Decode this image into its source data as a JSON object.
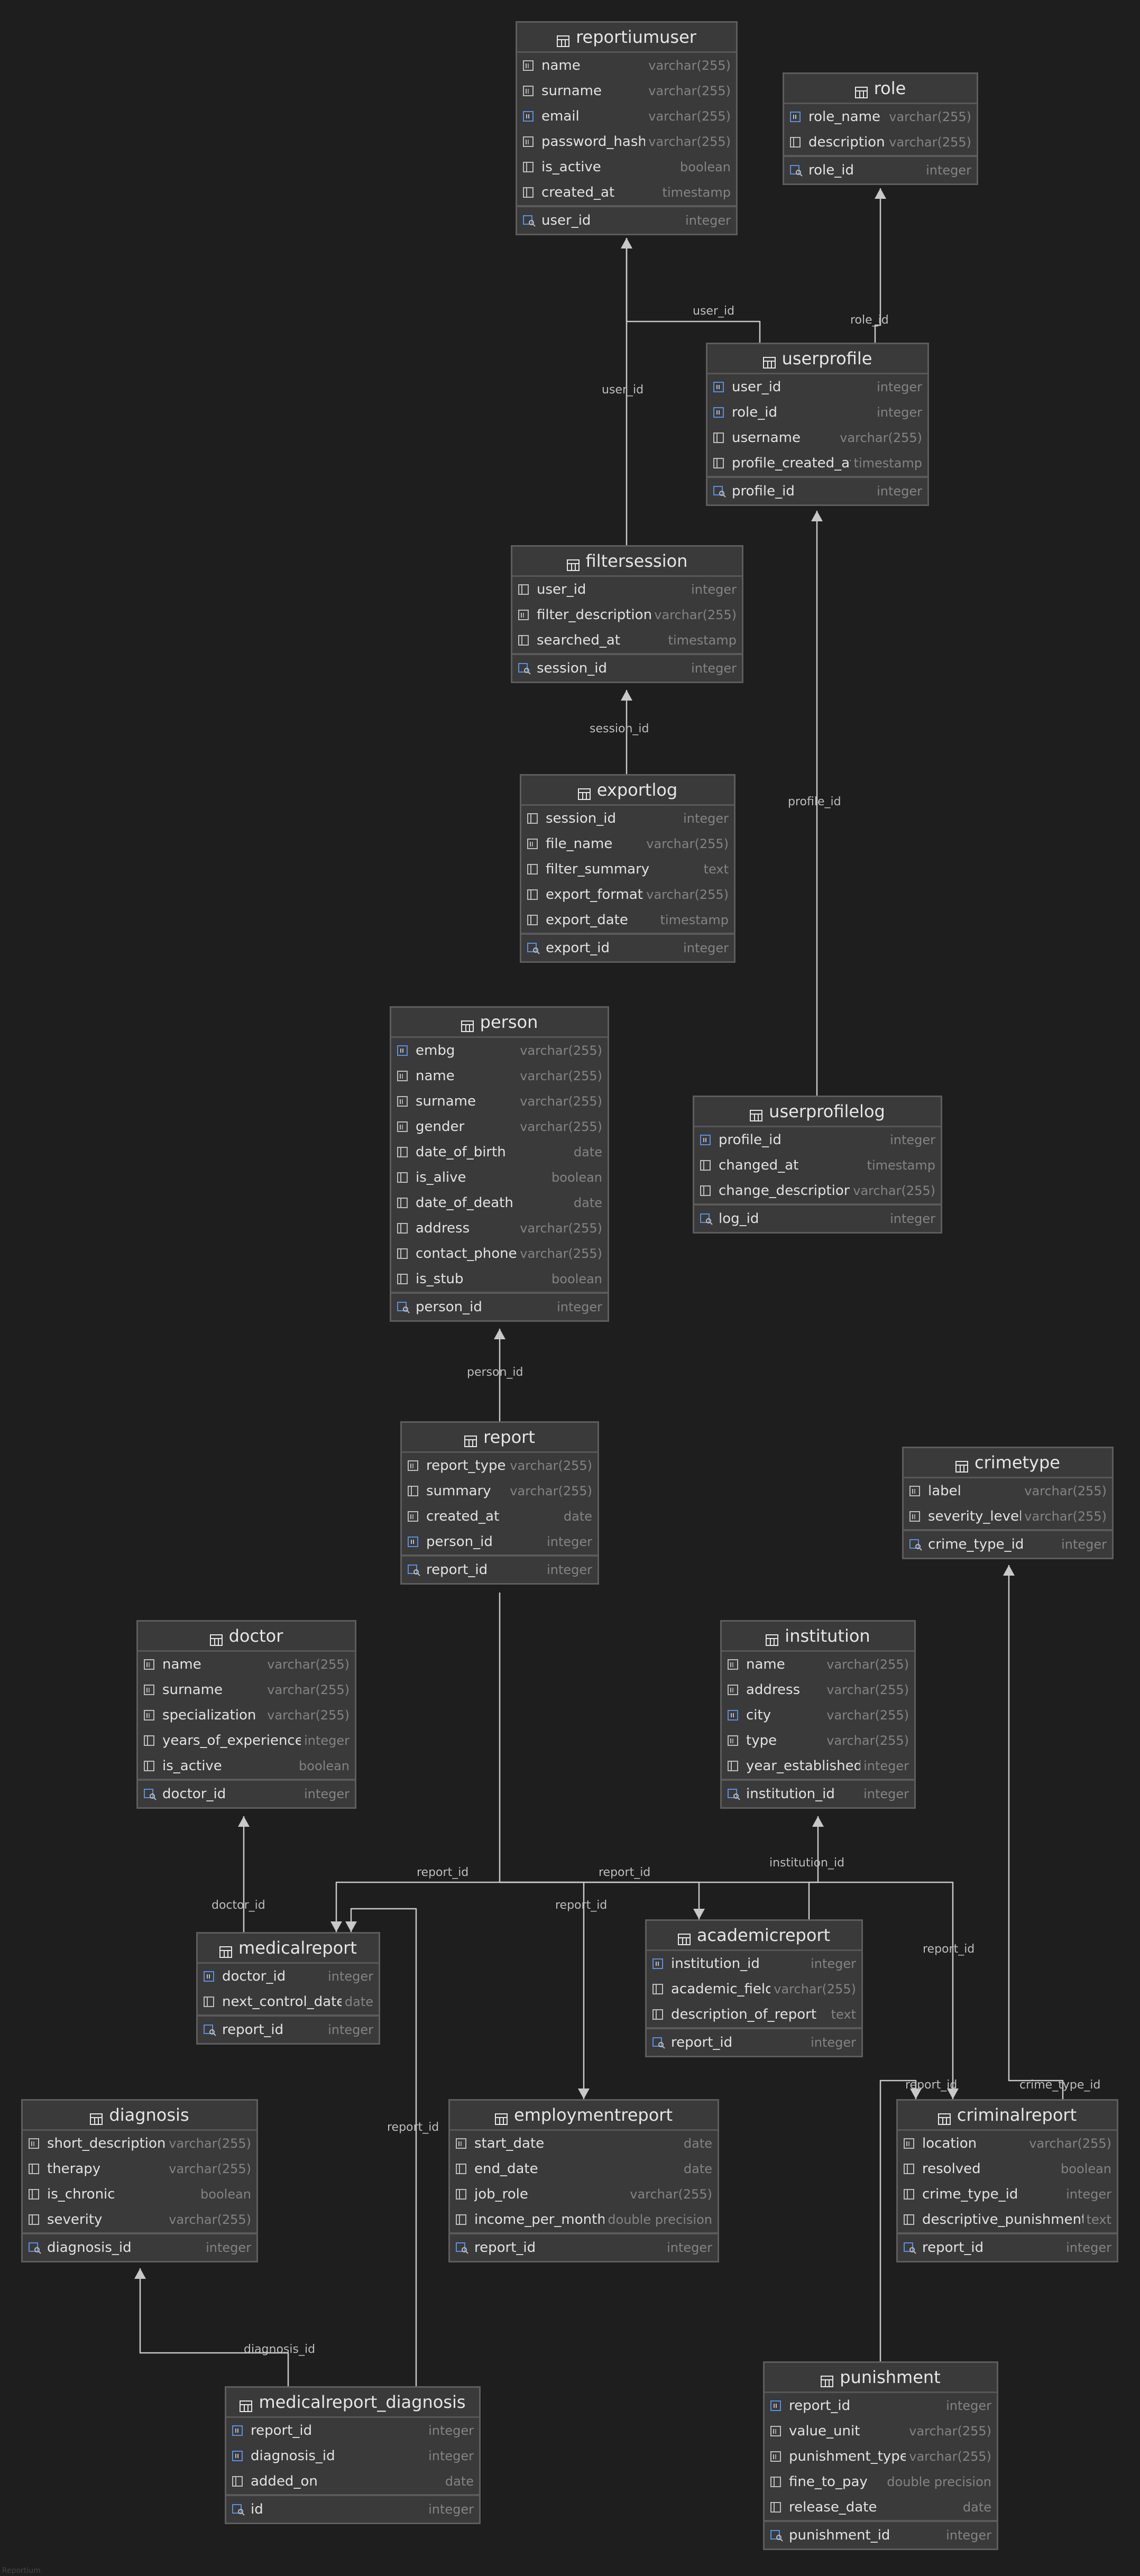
{
  "tables": [
    {
      "id": "reportiumuser",
      "title": "reportiumuser",
      "columns": [
        {
          "name": "name",
          "type": "varchar(255)",
          "icon": "text-column-icon"
        },
        {
          "name": "surname",
          "type": "varchar(255)",
          "icon": "text-column-icon"
        },
        {
          "name": "email",
          "type": "varchar(255)",
          "icon": "unique-key-icon"
        },
        {
          "name": "password_hash",
          "type": "varchar(255)",
          "icon": "text-column-icon"
        },
        {
          "name": "is_active",
          "type": "boolean",
          "icon": "column-icon"
        },
        {
          "name": "created_at",
          "type": "timestamp",
          "icon": "column-icon"
        }
      ],
      "pk": {
        "name": "user_id",
        "type": "integer",
        "icon": "primary-key-icon"
      }
    },
    {
      "id": "role",
      "title": "role",
      "columns": [
        {
          "name": "role_name",
          "type": "varchar(255)",
          "icon": "unique-key-icon"
        },
        {
          "name": "description",
          "type": "varchar(255)",
          "icon": "column-icon"
        }
      ],
      "pk": {
        "name": "role_id",
        "type": "integer",
        "icon": "primary-key-icon"
      }
    },
    {
      "id": "userprofile",
      "title": "userprofile",
      "columns": [
        {
          "name": "user_id",
          "type": "integer",
          "icon": "unique-key-icon"
        },
        {
          "name": "role_id",
          "type": "integer",
          "icon": "unique-key-icon"
        },
        {
          "name": "username",
          "type": "varchar(255)",
          "icon": "column-icon"
        },
        {
          "name": "profile_created_at",
          "type": "timestamp",
          "icon": "column-icon"
        }
      ],
      "pk": {
        "name": "profile_id",
        "type": "integer",
        "icon": "primary-key-icon"
      }
    },
    {
      "id": "filtersession",
      "title": "filtersession",
      "columns": [
        {
          "name": "user_id",
          "type": "integer",
          "icon": "column-icon"
        },
        {
          "name": "filter_description",
          "type": "varchar(255)",
          "icon": "text-column-icon"
        },
        {
          "name": "searched_at",
          "type": "timestamp",
          "icon": "column-icon"
        }
      ],
      "pk": {
        "name": "session_id",
        "type": "integer",
        "icon": "primary-key-icon"
      }
    },
    {
      "id": "exportlog",
      "title": "exportlog",
      "columns": [
        {
          "name": "session_id",
          "type": "integer",
          "icon": "column-icon"
        },
        {
          "name": "file_name",
          "type": "varchar(255)",
          "icon": "text-column-icon"
        },
        {
          "name": "filter_summary",
          "type": "text",
          "icon": "column-icon"
        },
        {
          "name": "export_format",
          "type": "varchar(255)",
          "icon": "column-icon"
        },
        {
          "name": "export_date",
          "type": "timestamp",
          "icon": "column-icon"
        }
      ],
      "pk": {
        "name": "export_id",
        "type": "integer",
        "icon": "primary-key-icon"
      }
    },
    {
      "id": "person",
      "title": "person",
      "columns": [
        {
          "name": "embg",
          "type": "varchar(255)",
          "icon": "unique-key-icon"
        },
        {
          "name": "name",
          "type": "varchar(255)",
          "icon": "text-column-icon"
        },
        {
          "name": "surname",
          "type": "varchar(255)",
          "icon": "text-column-icon"
        },
        {
          "name": "gender",
          "type": "varchar(255)",
          "icon": "text-column-icon"
        },
        {
          "name": "date_of_birth",
          "type": "date",
          "icon": "column-icon"
        },
        {
          "name": "is_alive",
          "type": "boolean",
          "icon": "column-icon"
        },
        {
          "name": "date_of_death",
          "type": "date",
          "icon": "column-icon"
        },
        {
          "name": "address",
          "type": "varchar(255)",
          "icon": "column-icon"
        },
        {
          "name": "contact_phone",
          "type": "varchar(255)",
          "icon": "column-icon"
        },
        {
          "name": "is_stub",
          "type": "boolean",
          "icon": "column-icon"
        }
      ],
      "pk": {
        "name": "person_id",
        "type": "integer",
        "icon": "primary-key-icon"
      }
    },
    {
      "id": "userprofilelog",
      "title": "userprofilelog",
      "columns": [
        {
          "name": "profile_id",
          "type": "integer",
          "icon": "unique-key-icon"
        },
        {
          "name": "changed_at",
          "type": "timestamp",
          "icon": "column-icon"
        },
        {
          "name": "change_description",
          "type": "varchar(255)",
          "icon": "column-icon"
        }
      ],
      "pk": {
        "name": "log_id",
        "type": "integer",
        "icon": "primary-key-icon"
      }
    },
    {
      "id": "report",
      "title": "report",
      "columns": [
        {
          "name": "report_type",
          "type": "varchar(255)",
          "icon": "text-column-icon"
        },
        {
          "name": "summary",
          "type": "varchar(255)",
          "icon": "column-icon"
        },
        {
          "name": "created_at",
          "type": "date",
          "icon": "text-column-icon"
        },
        {
          "name": "person_id",
          "type": "integer",
          "icon": "unique-key-icon"
        }
      ],
      "pk": {
        "name": "report_id",
        "type": "integer",
        "icon": "primary-key-icon"
      }
    },
    {
      "id": "crimetype",
      "title": "crimetype",
      "columns": [
        {
          "name": "label",
          "type": "varchar(255)",
          "icon": "text-column-icon"
        },
        {
          "name": "severity_level",
          "type": "varchar(255)",
          "icon": "text-column-icon"
        }
      ],
      "pk": {
        "name": "crime_type_id",
        "type": "integer",
        "icon": "primary-key-icon"
      }
    },
    {
      "id": "doctor",
      "title": "doctor",
      "columns": [
        {
          "name": "name",
          "type": "varchar(255)",
          "icon": "text-column-icon"
        },
        {
          "name": "surname",
          "type": "varchar(255)",
          "icon": "text-column-icon"
        },
        {
          "name": "specialization",
          "type": "varchar(255)",
          "icon": "text-column-icon"
        },
        {
          "name": "years_of_experience",
          "type": "integer",
          "icon": "column-icon"
        },
        {
          "name": "is_active",
          "type": "boolean",
          "icon": "column-icon"
        }
      ],
      "pk": {
        "name": "doctor_id",
        "type": "integer",
        "icon": "primary-key-icon"
      }
    },
    {
      "id": "institution",
      "title": "institution",
      "columns": [
        {
          "name": "name",
          "type": "varchar(255)",
          "icon": "text-column-icon"
        },
        {
          "name": "address",
          "type": "varchar(255)",
          "icon": "text-column-icon"
        },
        {
          "name": "city",
          "type": "varchar(255)",
          "icon": "unique-key-icon"
        },
        {
          "name": "type",
          "type": "varchar(255)",
          "icon": "text-column-icon"
        },
        {
          "name": "year_established",
          "type": "integer",
          "icon": "column-icon"
        }
      ],
      "pk": {
        "name": "institution_id",
        "type": "integer",
        "icon": "primary-key-icon"
      }
    },
    {
      "id": "medicalreport",
      "title": "medicalreport",
      "columns": [
        {
          "name": "doctor_id",
          "type": "integer",
          "icon": "unique-key-icon"
        },
        {
          "name": "next_control_date",
          "type": "date",
          "icon": "column-icon"
        }
      ],
      "pk": {
        "name": "report_id",
        "type": "integer",
        "icon": "primary-key-icon"
      }
    },
    {
      "id": "academicreport",
      "title": "academicreport",
      "columns": [
        {
          "name": "institution_id",
          "type": "integer",
          "icon": "unique-key-icon"
        },
        {
          "name": "academic_field",
          "type": "varchar(255)",
          "icon": "column-icon"
        },
        {
          "name": "description_of_report",
          "type": "text",
          "icon": "column-icon"
        }
      ],
      "pk": {
        "name": "report_id",
        "type": "integer",
        "icon": "primary-key-icon"
      }
    },
    {
      "id": "diagnosis",
      "title": "diagnosis",
      "columns": [
        {
          "name": "short_description",
          "type": "varchar(255)",
          "icon": "text-column-icon"
        },
        {
          "name": "therapy",
          "type": "varchar(255)",
          "icon": "column-icon"
        },
        {
          "name": "is_chronic",
          "type": "boolean",
          "icon": "column-icon"
        },
        {
          "name": "severity",
          "type": "varchar(255)",
          "icon": "column-icon"
        }
      ],
      "pk": {
        "name": "diagnosis_id",
        "type": "integer",
        "icon": "primary-key-icon"
      }
    },
    {
      "id": "employmentreport",
      "title": "employmentreport",
      "columns": [
        {
          "name": "start_date",
          "type": "date",
          "icon": "text-column-icon"
        },
        {
          "name": "end_date",
          "type": "date",
          "icon": "column-icon"
        },
        {
          "name": "job_role",
          "type": "varchar(255)",
          "icon": "column-icon"
        },
        {
          "name": "income_per_month",
          "type": "double precision",
          "icon": "column-icon"
        }
      ],
      "pk": {
        "name": "report_id",
        "type": "integer",
        "icon": "primary-key-icon"
      }
    },
    {
      "id": "criminalreport",
      "title": "criminalreport",
      "columns": [
        {
          "name": "location",
          "type": "varchar(255)",
          "icon": "text-column-icon"
        },
        {
          "name": "resolved",
          "type": "boolean",
          "icon": "column-icon"
        },
        {
          "name": "crime_type_id",
          "type": "integer",
          "icon": "column-icon"
        },
        {
          "name": "descriptive_punishment",
          "type": "text",
          "icon": "column-icon"
        }
      ],
      "pk": {
        "name": "report_id",
        "type": "integer",
        "icon": "primary-key-icon"
      }
    },
    {
      "id": "medicalreport_diagnosis",
      "title": "medicalreport_diagnosis",
      "columns": [
        {
          "name": "report_id",
          "type": "integer",
          "icon": "unique-key-icon"
        },
        {
          "name": "diagnosis_id",
          "type": "integer",
          "icon": "unique-key-icon"
        },
        {
          "name": "added_on",
          "type": "date",
          "icon": "column-icon"
        }
      ],
      "pk": {
        "name": "id",
        "type": "integer",
        "icon": "primary-key-icon"
      }
    },
    {
      "id": "punishment",
      "title": "punishment",
      "columns": [
        {
          "name": "report_id",
          "type": "integer",
          "icon": "unique-key-icon"
        },
        {
          "name": "value_unit",
          "type": "varchar(255)",
          "icon": "text-column-icon"
        },
        {
          "name": "punishment_type",
          "type": "varchar(255)",
          "icon": "text-column-icon"
        },
        {
          "name": "fine_to_pay",
          "type": "double precision",
          "icon": "column-icon"
        },
        {
          "name": "release_date",
          "type": "date",
          "icon": "column-icon"
        }
      ],
      "pk": {
        "name": "punishment_id",
        "type": "integer",
        "icon": "primary-key-icon"
      }
    }
  ],
  "relations": [
    {
      "label": "user_id",
      "from": "userprofile",
      "to": "reportiumuser"
    },
    {
      "label": "role_id",
      "from": "userprofile",
      "to": "role"
    },
    {
      "label": "user_id",
      "from": "filtersession",
      "to": "reportiumuser"
    },
    {
      "label": "session_id",
      "from": "exportlog",
      "to": "filtersession"
    },
    {
      "label": "profile_id",
      "from": "userprofilelog",
      "to": "userprofile"
    },
    {
      "label": "person_id",
      "from": "report",
      "to": "person"
    },
    {
      "label": "report_id",
      "from": "medicalreport",
      "to": "report"
    },
    {
      "label": "report_id",
      "from": "academicreport",
      "to": "report"
    },
    {
      "label": "report_id",
      "from": "employmentreport",
      "to": "report"
    },
    {
      "label": "report_id",
      "from": "criminalreport",
      "to": "report"
    },
    {
      "label": "doctor_id",
      "from": "medicalreport",
      "to": "doctor"
    },
    {
      "label": "institution_id",
      "from": "academicreport",
      "to": "institution"
    },
    {
      "label": "crime_type_id",
      "from": "criminalreport",
      "to": "crimetype"
    },
    {
      "label": "report_id",
      "from": "medicalreport_diagnosis",
      "to": "medicalreport"
    },
    {
      "label": "diagnosis_id",
      "from": "medicalreport_diagnosis",
      "to": "diagnosis"
    },
    {
      "label": "report_id",
      "from": "punishment",
      "to": "criminalreport"
    }
  ],
  "footer": "Reportium",
  "colors": {
    "background": "#1e1e1e",
    "table": "#3a3a3a",
    "border": "#5d5d5d",
    "line": "#c8c8c8",
    "type_text": "#838383",
    "key_icon": "#5a8fe0"
  }
}
